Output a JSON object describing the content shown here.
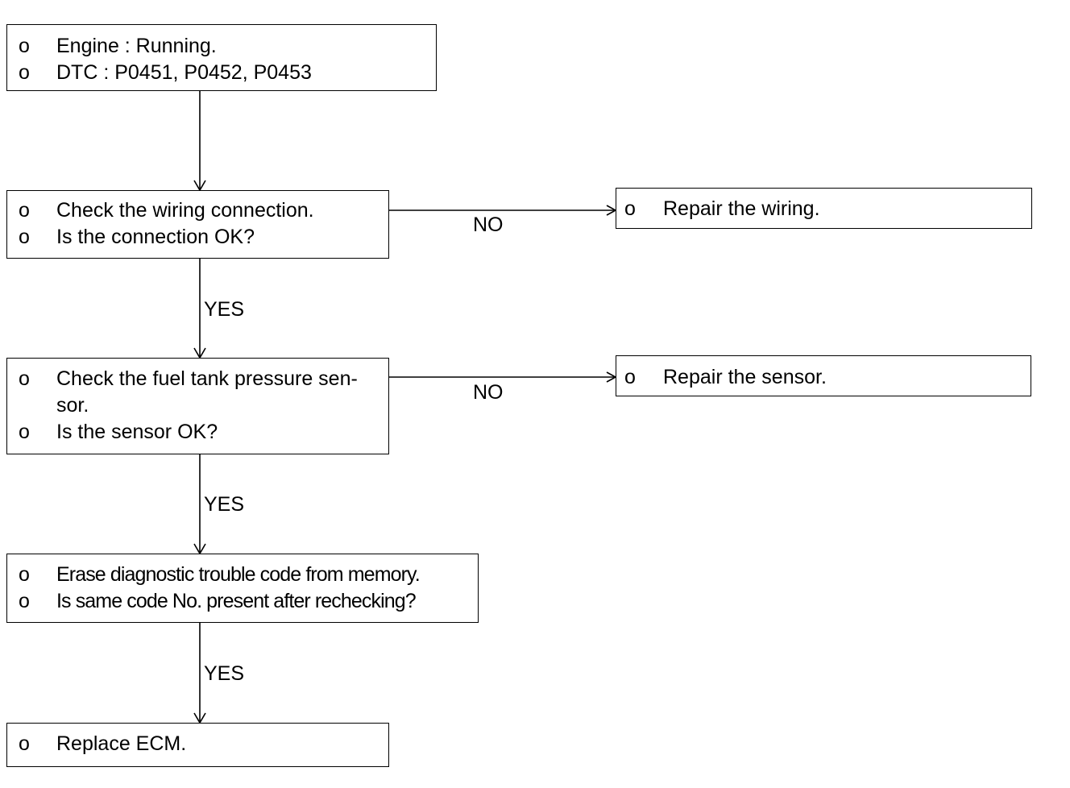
{
  "bullet": "o",
  "boxes": {
    "start": {
      "line1": "Engine : Running.",
      "line2": "DTC : P0451, P0452, P0453"
    },
    "wiring_check": {
      "line1": "Check the wiring connection.",
      "line2": "Is the connection OK?"
    },
    "repair_wiring": {
      "line1": "Repair the wiring."
    },
    "sensor_check": {
      "line1": "Check the fuel tank pressure sen-",
      "line1_cont": "sor.",
      "line2": "Is the sensor OK?"
    },
    "repair_sensor": {
      "line1": "Repair the sensor."
    },
    "erase_dtc": {
      "line1": "Erase diagnostic trouble code from memory.",
      "line2": "Is same code No. present after rechecking?"
    },
    "replace_ecm": {
      "line1": "Replace ECM."
    }
  },
  "labels": {
    "no_wiring": "NO",
    "yes_wiring": "YES",
    "no_sensor": "NO",
    "yes_sensor": "YES",
    "yes_erase": "YES"
  }
}
